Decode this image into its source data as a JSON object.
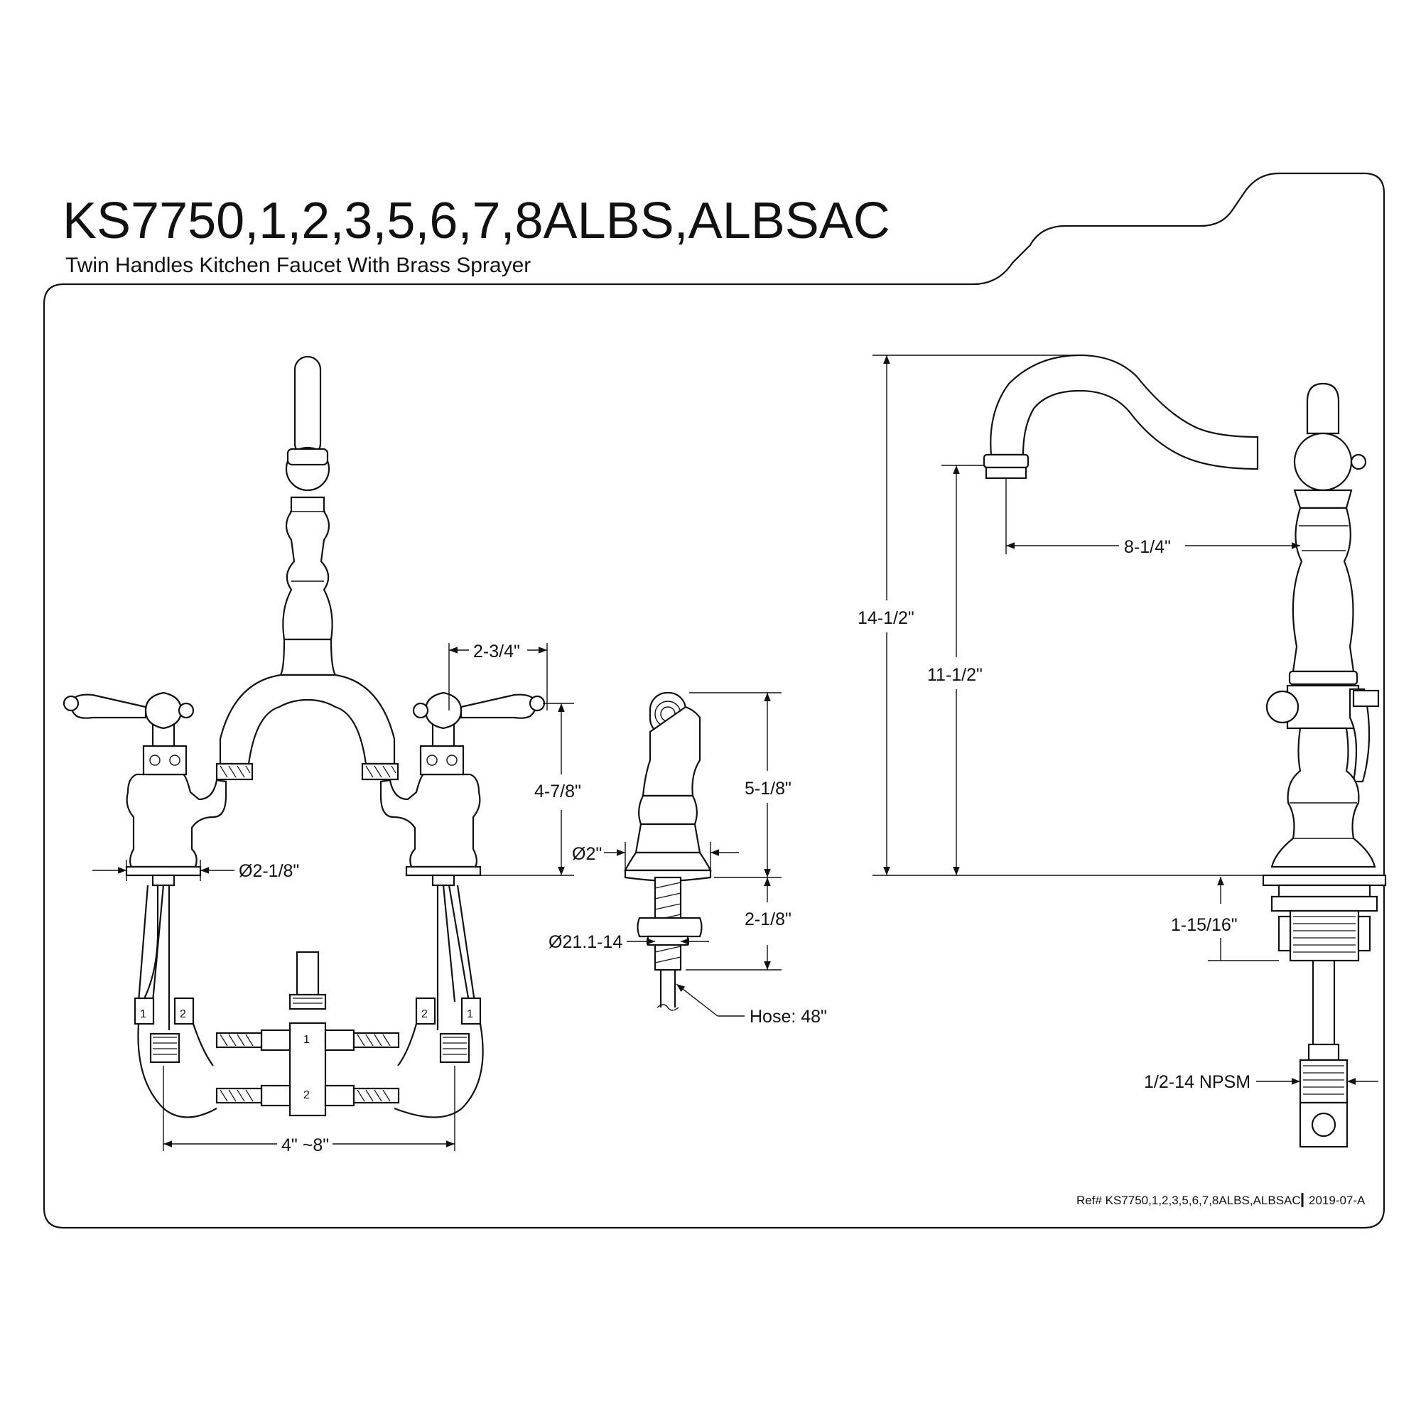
{
  "header": {
    "title": "KS7750,1,2,3,5,6,7,8ALBS,ALBSAC",
    "subtitle": "Twin Handles Kitchen Faucet With Brass Sprayer"
  },
  "front_view": {
    "dim_handle_spacing": "2-3/4\"",
    "dim_handle_height": "4-7/8\"",
    "dim_base_diameter": "Ø2-1/8\"",
    "dim_center_spread": "4\" ~8\"",
    "tag_1": "1",
    "tag_2": "2"
  },
  "sprayer_view": {
    "dim_height": "5-1/8\"",
    "dim_diameter": "Ø2\"",
    "dim_shank": "2-1/8\"",
    "dim_thread": "Ø21.1-14",
    "dim_hose": "Hose: 48\""
  },
  "side_view": {
    "dim_total_height": "14-1/2\"",
    "dim_spout_height": "11-1/2\"",
    "dim_spout_reach": "8-1/4\"",
    "dim_deck": "1-15/16\"",
    "dim_connection": "1/2-14 NPSM"
  },
  "footer": {
    "ref": "Ref# KS7750,1,2,3,5,6,7,8ALBS,ALBSAC",
    "revision": "2019-07-A"
  },
  "colors": {
    "line": "#111111",
    "background": "#ffffff"
  }
}
